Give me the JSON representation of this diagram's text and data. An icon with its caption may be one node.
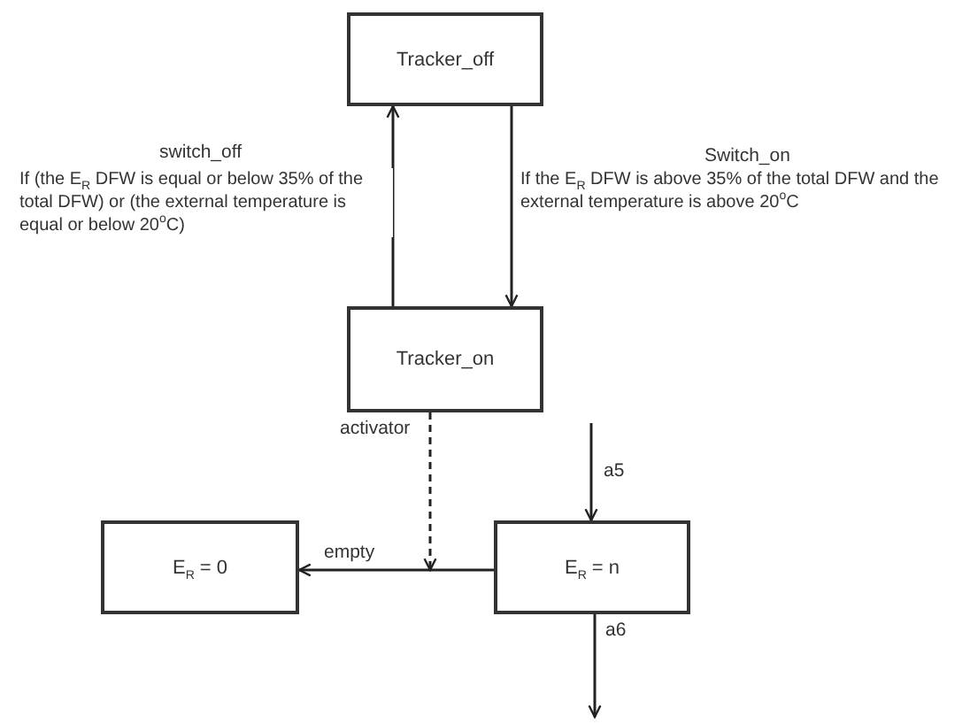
{
  "diagram": {
    "labels": [
      "switch_off",
      "Switch_on"
    ],
    "nodes": [
      {
        "text": [
          "Tracker_off"
        ]
      },
      {
        "text": [
          "Tracker_on"
        ]
      },
      {
        "text": [
          "E$_{R}$ = 0"
        ]
      },
      {
        "text": [
          "E$_{R}$ = n"
        ]
      }
    ],
    "edges": [
      {
        "from": 1,
        "to": 0,
        "arrow": "to",
        "label": "If (the E$_{R}$ DFW is equal or below 35% of the total DFW) or (the external temperature is equal or below 20$^{o}$C)"
      },
      {
        "from": 0,
        "to": 1,
        "arrow": "to",
        "label": "If the E$_{R}$ DFW is above 35% of the total DFW and the external temperature is above 20$^{o}$C"
      },
      {
        "from": 1,
        "to": null,
        "arrow": "to",
        "label": "activator",
        "style": "dashed"
      },
      {
        "from": 3,
        "to": 2,
        "arrow": "to",
        "label": "empty"
      },
      {
        "from": null,
        "to": 3,
        "arrow": "to",
        "label": "a5"
      },
      {
        "from": 3,
        "to": null,
        "arrow": "to",
        "label": "a6"
      }
    ]
  }
}
